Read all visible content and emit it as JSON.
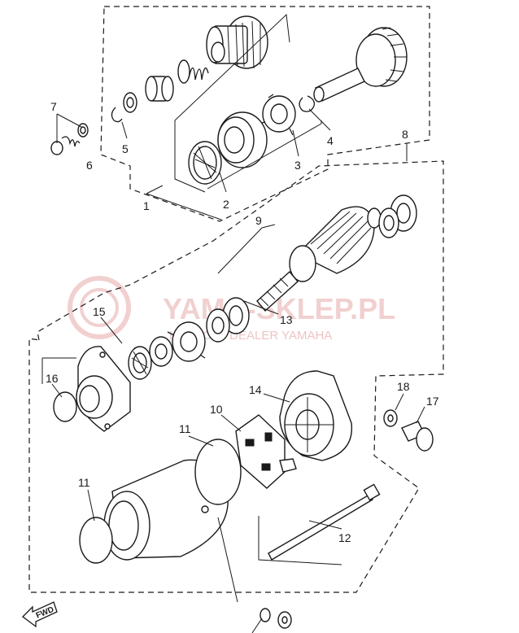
{
  "watermark": {
    "brand": "YAMA-SKLEP.PL",
    "subtitle": "HOWICZ - DEALER YAMAHA",
    "color": "#e7aaaa"
  },
  "fwd_label": "FWD",
  "callouts": [
    "1",
    "2",
    "3",
    "4",
    "5",
    "6",
    "7",
    "8",
    "9",
    "13",
    "15",
    "16",
    "18",
    "17",
    "10",
    "14",
    "11",
    "11",
    "12"
  ]
}
